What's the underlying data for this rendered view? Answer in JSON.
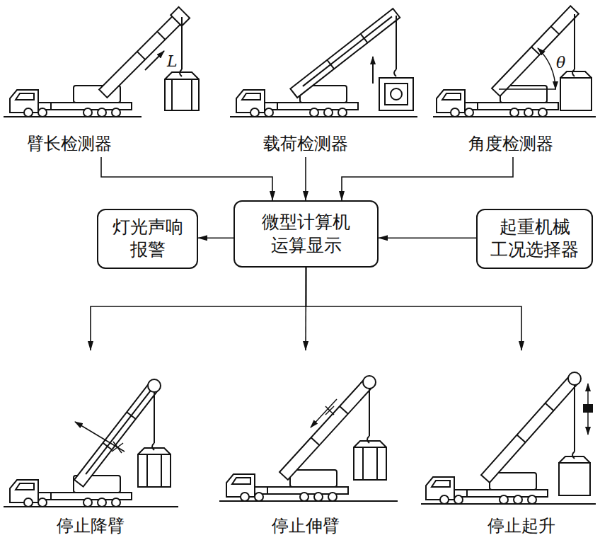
{
  "diagram": {
    "nodes": [
      {
        "text": [
          "臂长检测器"
        ]
      },
      {
        "text": [
          "载荷检测器"
        ]
      },
      {
        "text": [
          "角度检测器"
        ]
      },
      {
        "text": [
          "灯光声响 报警"
        ]
      },
      {
        "text": [
          "微型计算机 运算显示"
        ]
      },
      {
        "text": [
          "起重机械 工况选择器"
        ]
      },
      {
        "text": [
          "停止降臂"
        ]
      },
      {
        "text": [
          "停止伸臂"
        ]
      },
      {
        "text": [
          "停止起升"
        ]
      }
    ],
    "edges": [
      {
        "from": 0,
        "to": 4,
        "arrow": "to"
      },
      {
        "from": 1,
        "to": 4,
        "arrow": "to"
      },
      {
        "from": 2,
        "to": 4,
        "arrow": "to"
      },
      {
        "from": 4,
        "to": 3,
        "arrow": "to"
      },
      {
        "from": 5,
        "to": 4,
        "arrow": "to"
      },
      {
        "from": 4,
        "to": 6,
        "arrow": "to"
      },
      {
        "from": 4,
        "to": 7,
        "arrow": "to"
      },
      {
        "from": 4,
        "to": 8,
        "arrow": "to"
      }
    ],
    "labels": [
      "L",
      "θ"
    ]
  }
}
